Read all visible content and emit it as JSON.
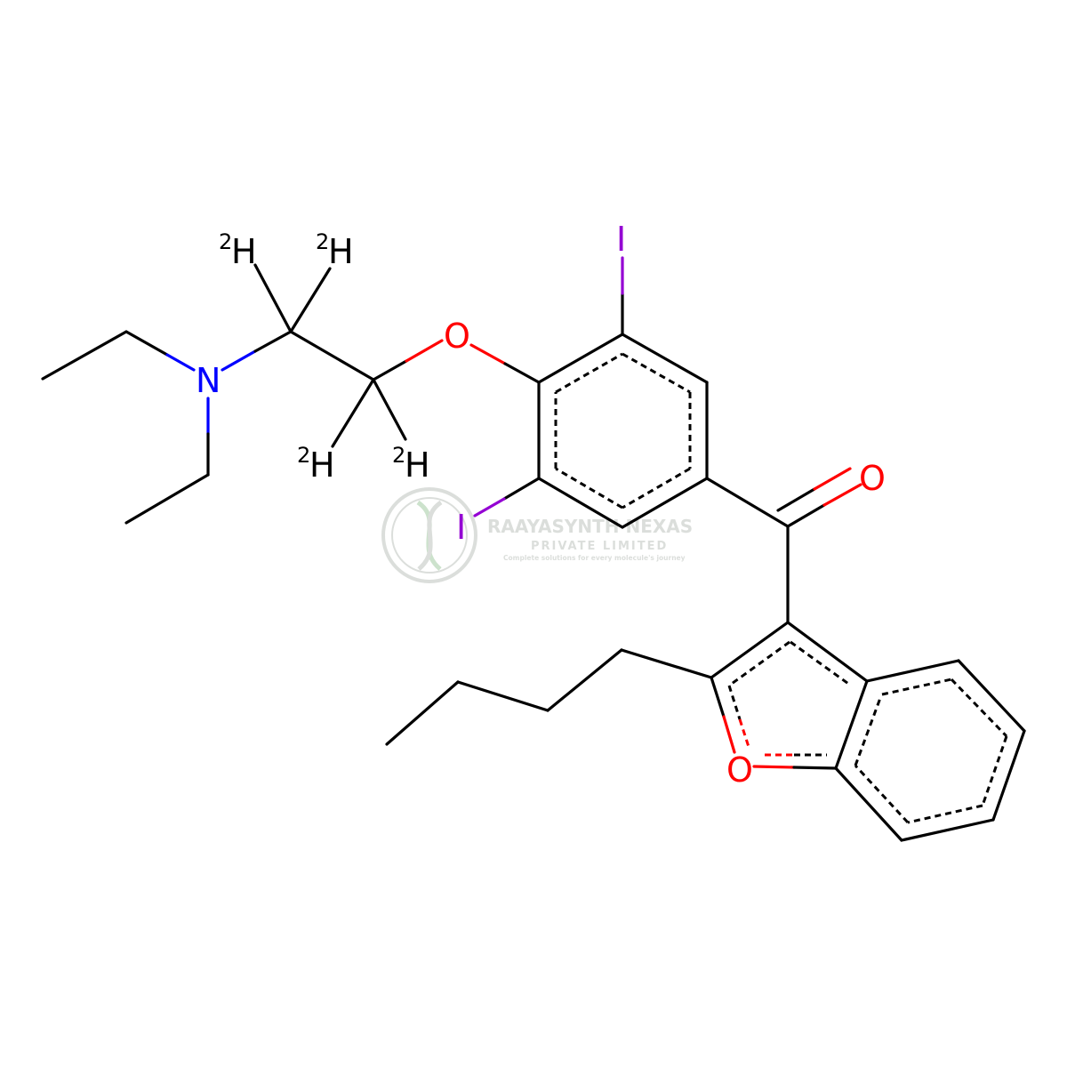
{
  "molecule": {
    "atoms": {
      "n1": "N",
      "o_ether": "O",
      "o_carbonyl": "O",
      "o_furan": "O",
      "i_top": "I",
      "i_left": "I",
      "h1": "H",
      "h2": "H",
      "h3": "H",
      "h4": "H"
    },
    "isotope_label": "2",
    "colors": {
      "oxygen": "#ff0000",
      "nitrogen": "#0000ff",
      "iodine": "#9400d3",
      "carbon": "#000000"
    }
  },
  "watermark": {
    "company": "RAAYASYNTH NEXAS",
    "subtitle": "PRIVATE LIMITED",
    "tagline": "Complete solutions for every molecule's journey",
    "color": "#9aa39a"
  }
}
